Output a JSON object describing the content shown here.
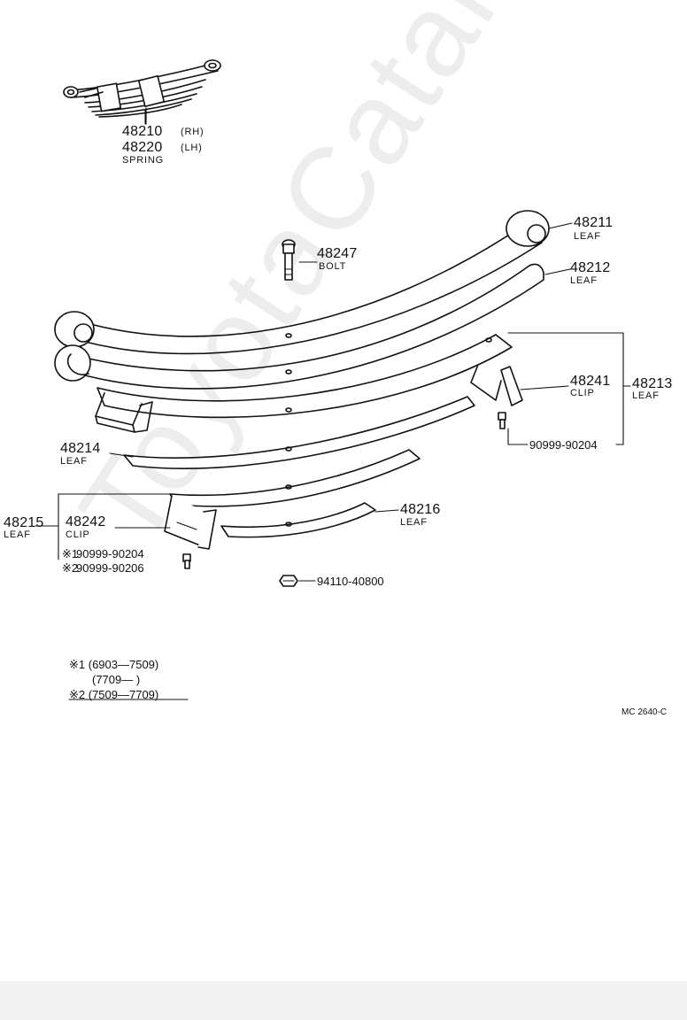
{
  "watermark": "ToyotaCatalog.ru",
  "diagram_code": "MC 2640-C",
  "parts": {
    "spring_rh": {
      "number": "48210",
      "side": "(RH)"
    },
    "spring_lh": {
      "number": "48220",
      "side": "(LH)"
    },
    "spring_name": "SPRING",
    "p48211": {
      "number": "48211",
      "name": "LEAF"
    },
    "p48212": {
      "number": "48212",
      "name": "LEAF"
    },
    "p48247": {
      "number": "48247",
      "name": "BOLT"
    },
    "p48241": {
      "number": "48241",
      "name": "CLIP"
    },
    "p48213": {
      "number": "48213",
      "name": "LEAF"
    },
    "p90999_90204": {
      "number": "90999-90204"
    },
    "p48214": {
      "number": "48214",
      "name": "LEAF"
    },
    "p48215": {
      "number": "48215",
      "name": "LEAF"
    },
    "p48242": {
      "number": "48242",
      "name": "CLIP"
    },
    "p48216": {
      "number": "48216",
      "name": "LEAF"
    },
    "alt1": {
      "mark": "※1",
      "number": "90999-90204"
    },
    "alt2": {
      "mark": "※2",
      "number": "90999-90206"
    },
    "p94110_40800": {
      "number": "94110-40800"
    }
  },
  "footnotes": {
    "line1": "※1 (6903—7509)",
    "line2": "(7709—          )",
    "line3": "※2 (7509—7709)"
  }
}
